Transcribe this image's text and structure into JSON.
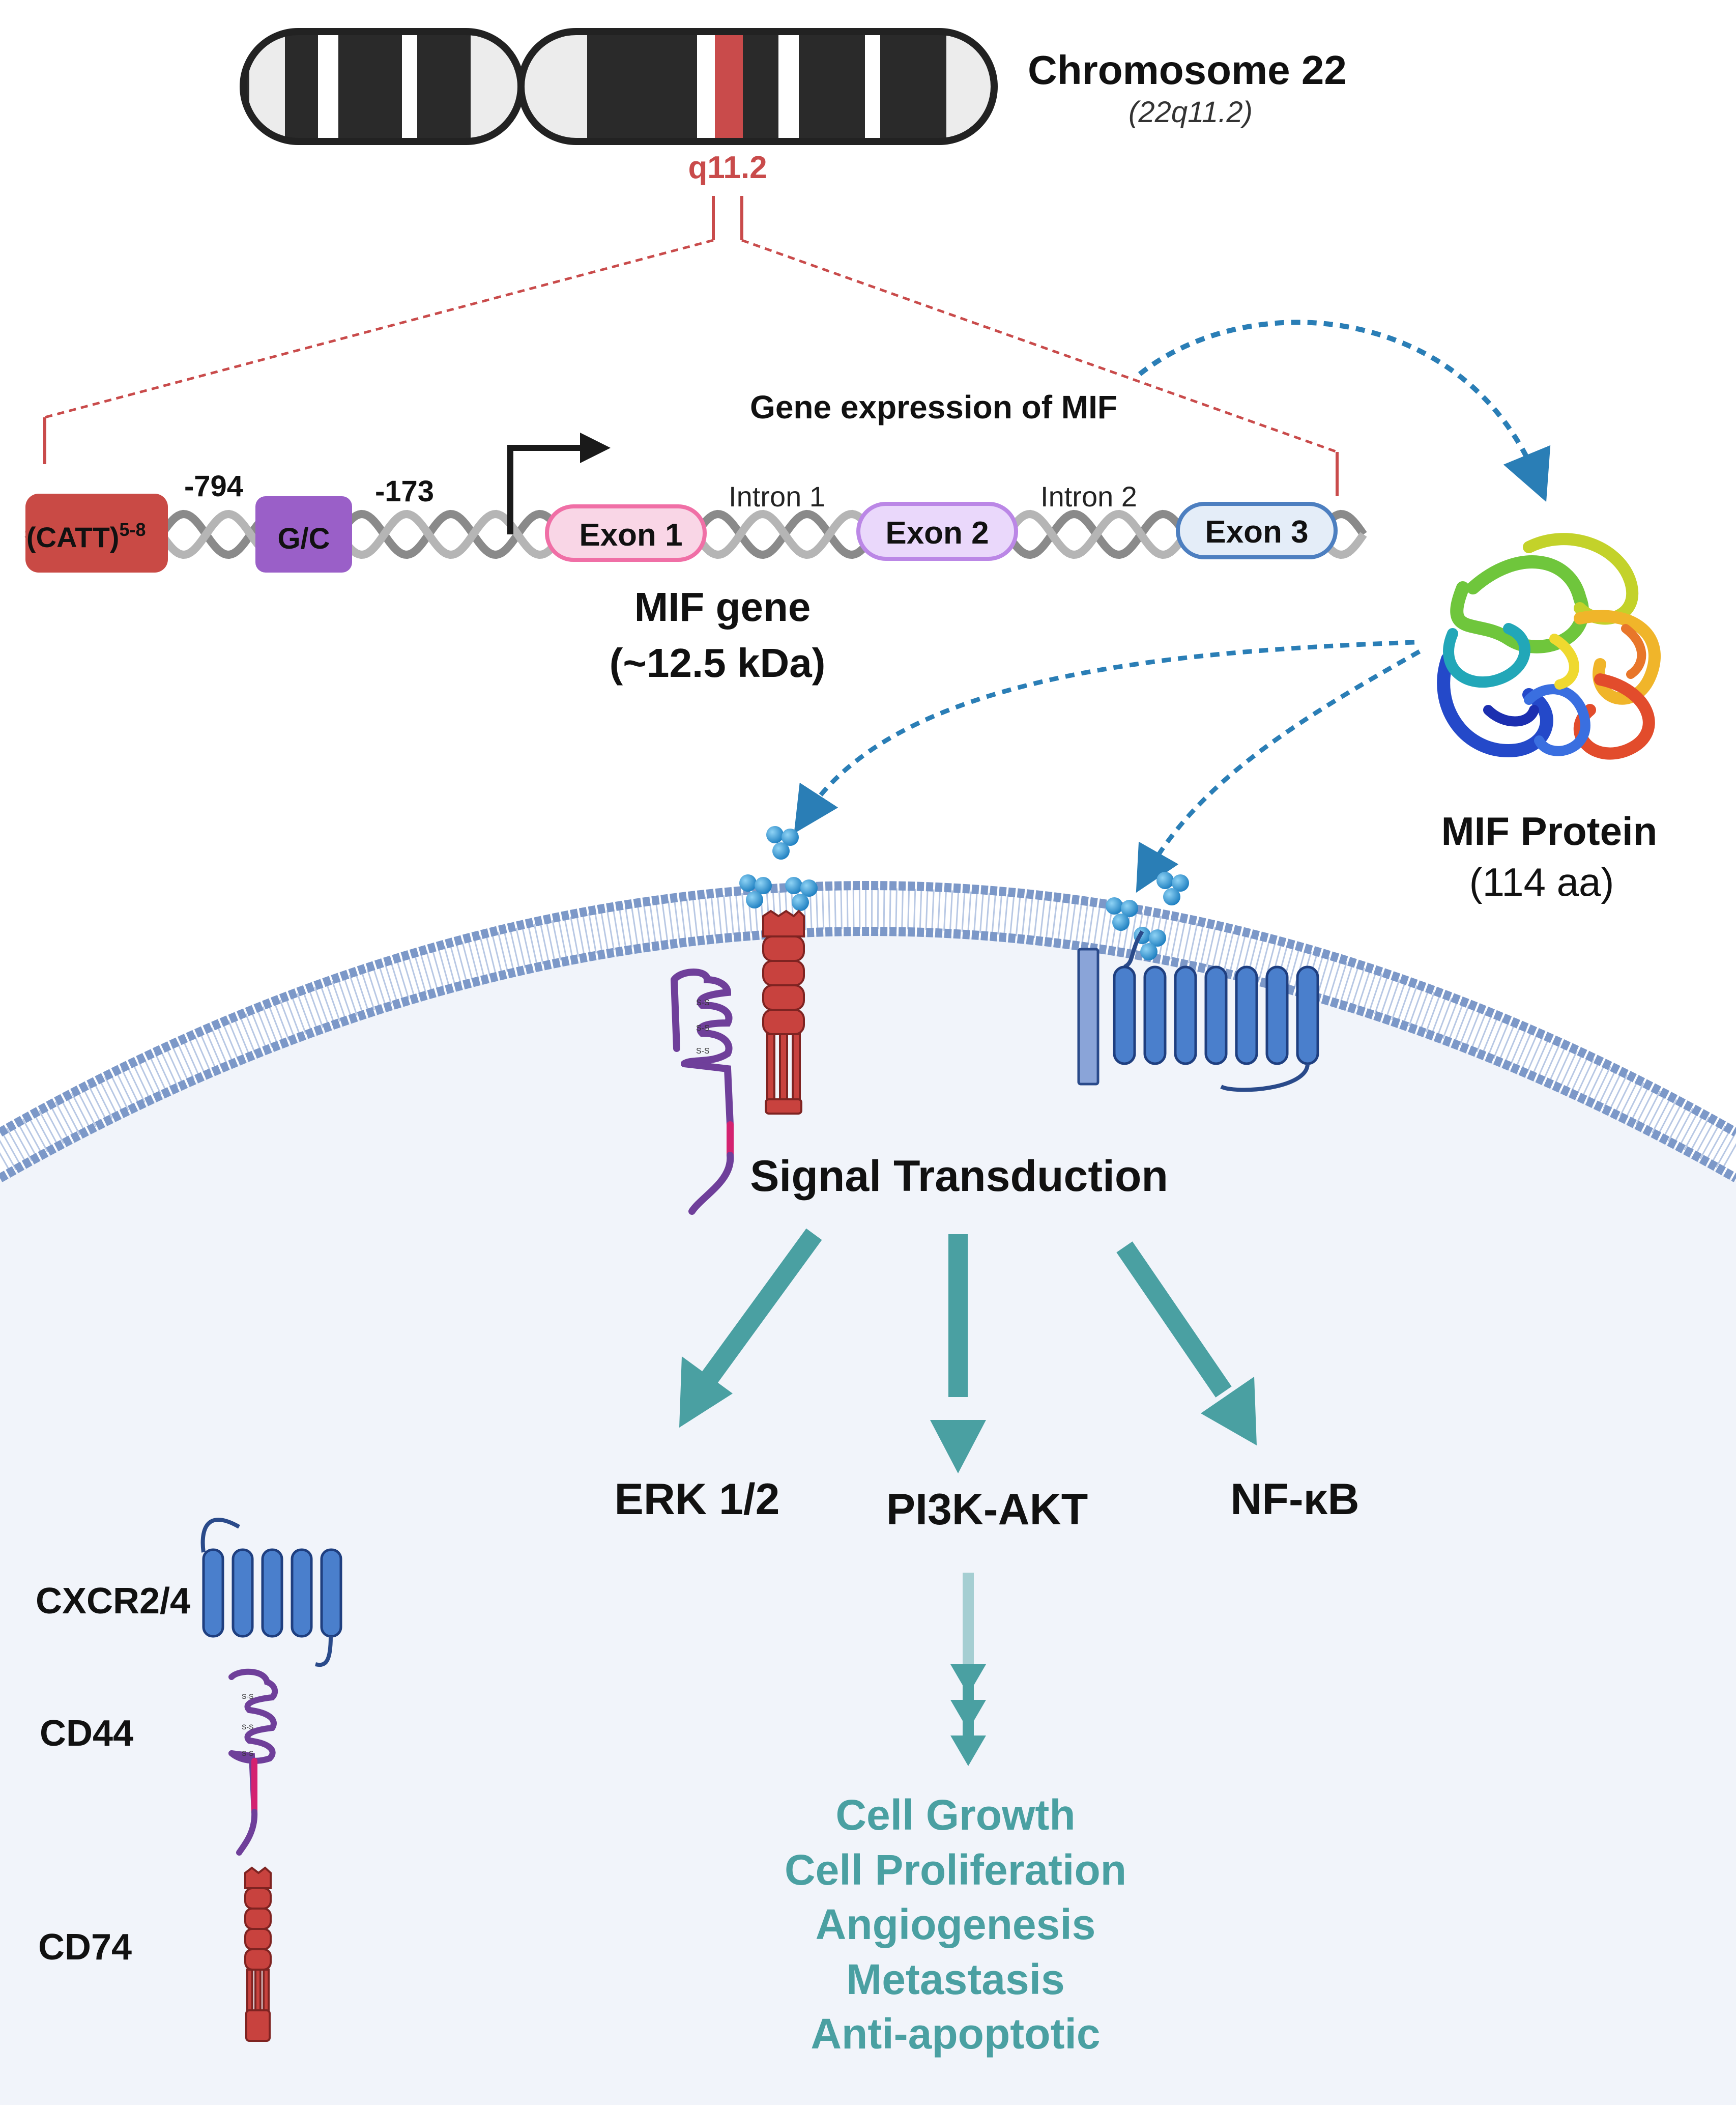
{
  "chromosome": {
    "title": "Chromosome 22",
    "location": "(22q11.2)",
    "band_label": "q11.2"
  },
  "gene": {
    "expression_label": "Gene expression of MIF",
    "catt_label": "(CATT)",
    "catt_superscript": "5-8",
    "gc_label": "G/C",
    "pos_794": "-794",
    "pos_173": "-173",
    "exon1": "Exon 1",
    "exon2": "Exon 2",
    "exon3": "Exon 3",
    "intron1": "Intron 1",
    "intron2": "Intron 2",
    "name": "MIF gene",
    "size": "(~12.5 kDa)"
  },
  "protein": {
    "name": "MIF Protein",
    "length": "(114 aa)"
  },
  "signaling": {
    "title": "Signal Transduction",
    "pathways": [
      "ERK 1/2",
      "PI3K-AKT",
      "NF-κB"
    ],
    "disulfide": "S-S"
  },
  "legend": {
    "cxcr": "CXCR2/4",
    "cd44": "CD44",
    "cd74": "CD74"
  },
  "outcomes": [
    "Cell Growth",
    "Cell Proliferation",
    "Angiogenesis",
    "Metastasis",
    "Anti-apoptotic"
  ],
  "colors": {
    "chrom_red": "#c94b4b",
    "catt": "#c94a45",
    "gc": "#9a5fc8",
    "exon1": "#f06fa6",
    "exon2": "#bb87e6",
    "exon3": "#4d7fc0",
    "teal": "#4aa0a2",
    "blue_dots": "#2c8fc9",
    "receptor_blue": "#4a7fcc",
    "cd74_red": "#c8423e",
    "cd44_purple": "#6f3f9a",
    "membrane": "#7c98c8"
  }
}
